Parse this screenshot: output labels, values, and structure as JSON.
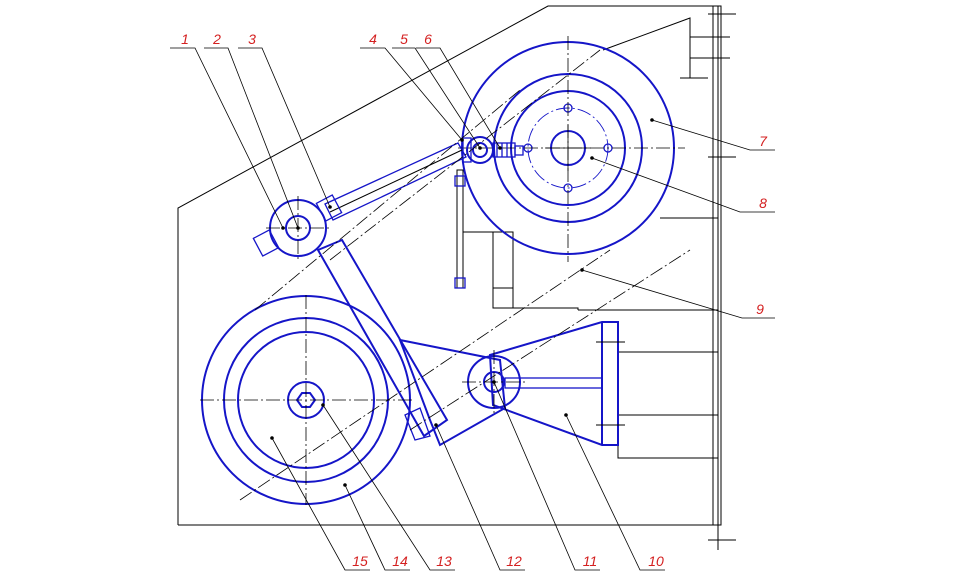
{
  "callouts": [
    {
      "id": "1",
      "label": "1"
    },
    {
      "id": "2",
      "label": "2"
    },
    {
      "id": "3",
      "label": "3"
    },
    {
      "id": "4",
      "label": "4"
    },
    {
      "id": "5",
      "label": "5"
    },
    {
      "id": "6",
      "label": "6"
    },
    {
      "id": "7",
      "label": "7"
    },
    {
      "id": "8",
      "label": "8"
    },
    {
      "id": "9",
      "label": "9"
    },
    {
      "id": "10",
      "label": "10"
    },
    {
      "id": "11",
      "label": "11"
    },
    {
      "id": "12",
      "label": "12"
    },
    {
      "id": "13",
      "label": "13"
    },
    {
      "id": "14",
      "label": "14"
    },
    {
      "id": "15",
      "label": "15"
    }
  ],
  "colors": {
    "outline": "#000000",
    "parts": "#1515c8",
    "callout_numbers": "#d42020"
  }
}
